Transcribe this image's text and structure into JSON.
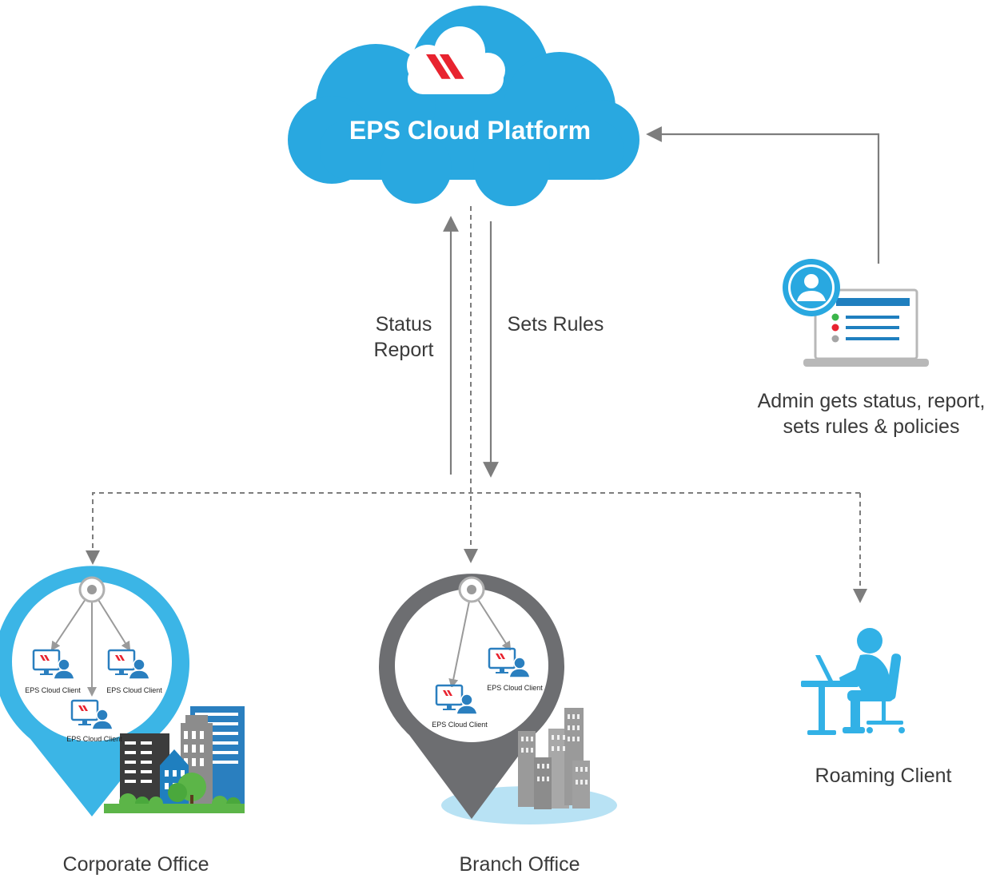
{
  "cloud": {
    "title": "EPS Cloud Platform"
  },
  "flows": {
    "status_report_line1": "Status",
    "status_report_line2": "Report",
    "sets_rules": "Sets Rules"
  },
  "admin": {
    "caption_line1": "Admin gets status, report,",
    "caption_line2": "sets rules & policies"
  },
  "sites": {
    "corporate": {
      "label": "Corporate Office"
    },
    "branch": {
      "label": "Branch Office"
    },
    "roaming": {
      "label": "Roaming Client"
    }
  },
  "client_label": "EPS Cloud Client",
  "colors": {
    "cloud_blue": "#29a8e0",
    "pin_blue": "#3bb5e6",
    "pin_gray": "#6d6e71",
    "brand_red": "#e8232f",
    "line_gray": "#8a8a8a",
    "person_blue": "#2a7fbf",
    "roaming_blue": "#32b1e6"
  }
}
